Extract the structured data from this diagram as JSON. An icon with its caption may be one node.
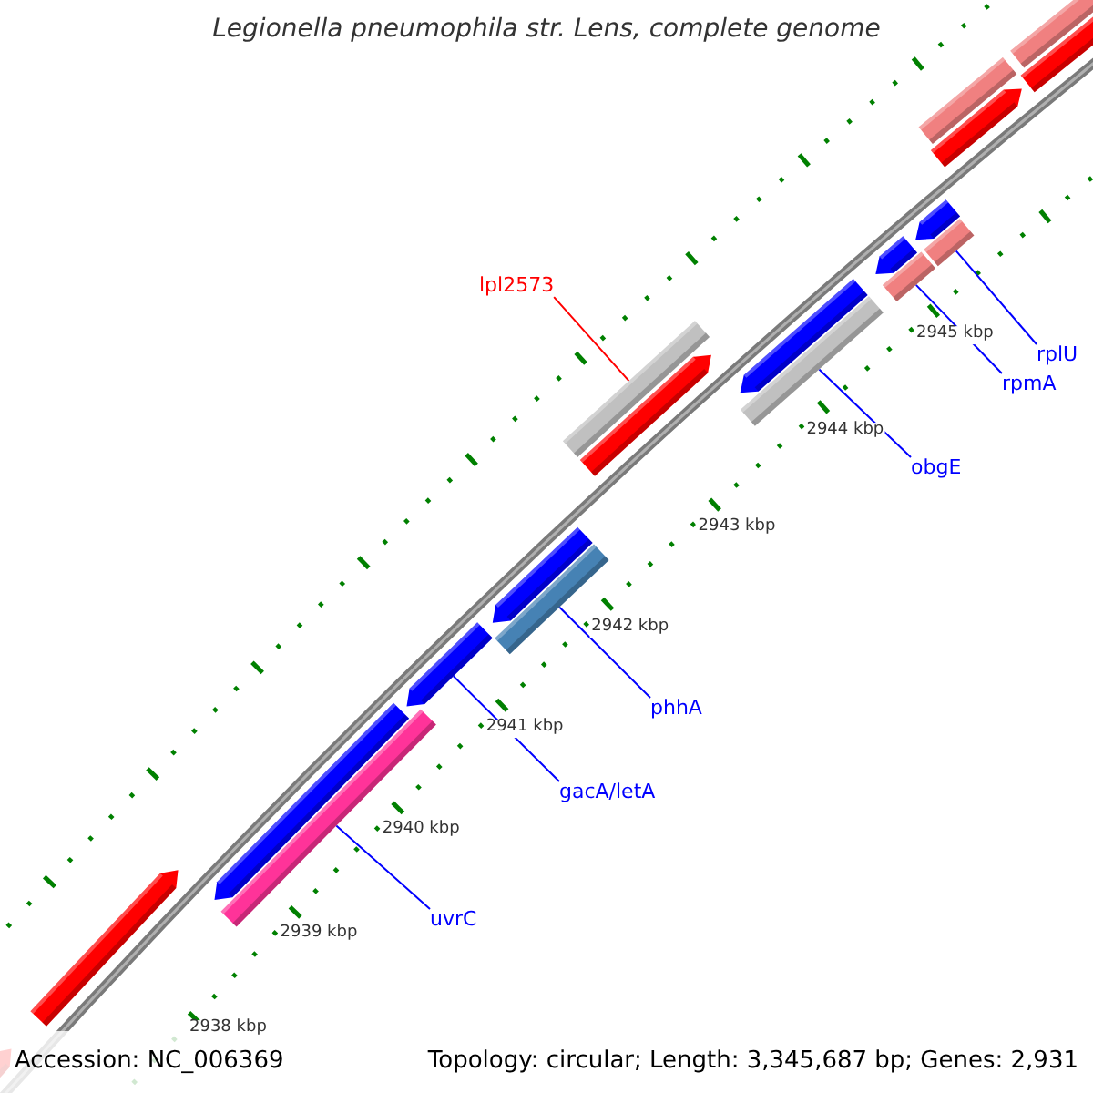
{
  "diagram": {
    "title": "Legionella pneumophila str. Lens, complete genome",
    "nodes": [
      {
        "text": [
          "lpl2573"
        ]
      },
      {
        "text": [],
        "shape": "bar"
      },
      {
        "text": [
          "rplU"
        ]
      },
      {
        "text": [],
        "shape": "bar"
      },
      {
        "text": [
          "rpmA"
        ]
      },
      {
        "text": [],
        "shape": "bar"
      },
      {
        "text": [
          "obgE"
        ]
      },
      {
        "text": [],
        "shape": "bar"
      },
      {
        "text": [
          "phhA"
        ]
      },
      {
        "text": [],
        "shape": "bar"
      },
      {
        "text": [
          "gacA/letA"
        ]
      },
      {
        "text": [],
        "shape": "bar"
      },
      {
        "text": [
          "uvrC"
        ]
      },
      {
        "text": [],
        "shape": "bar"
      }
    ],
    "edges": [
      {
        "from": 0,
        "to": 1,
        "arrow": "none",
        "color": "#ff0000"
      },
      {
        "from": 2,
        "to": 3,
        "arrow": "none"
      },
      {
        "from": 4,
        "to": 5,
        "arrow": "none"
      },
      {
        "from": 6,
        "to": 7,
        "arrow": "none"
      },
      {
        "from": 8,
        "to": 9,
        "arrow": "none"
      },
      {
        "from": 10,
        "to": 11,
        "arrow": "none"
      },
      {
        "from": 12,
        "to": 13,
        "arrow": "none"
      }
    ],
    "labels": [
      "2945 kbp",
      "2944 kbp",
      "2943 kbp",
      "2942 kbp",
      "2941 kbp",
      "2940 kbp",
      "2939 kbp",
      "2938 kbp",
      "Accession: NC_006369",
      "Topology: circular; Length: 3,345,687 bp; Genes: 2,931"
    ]
  }
}
